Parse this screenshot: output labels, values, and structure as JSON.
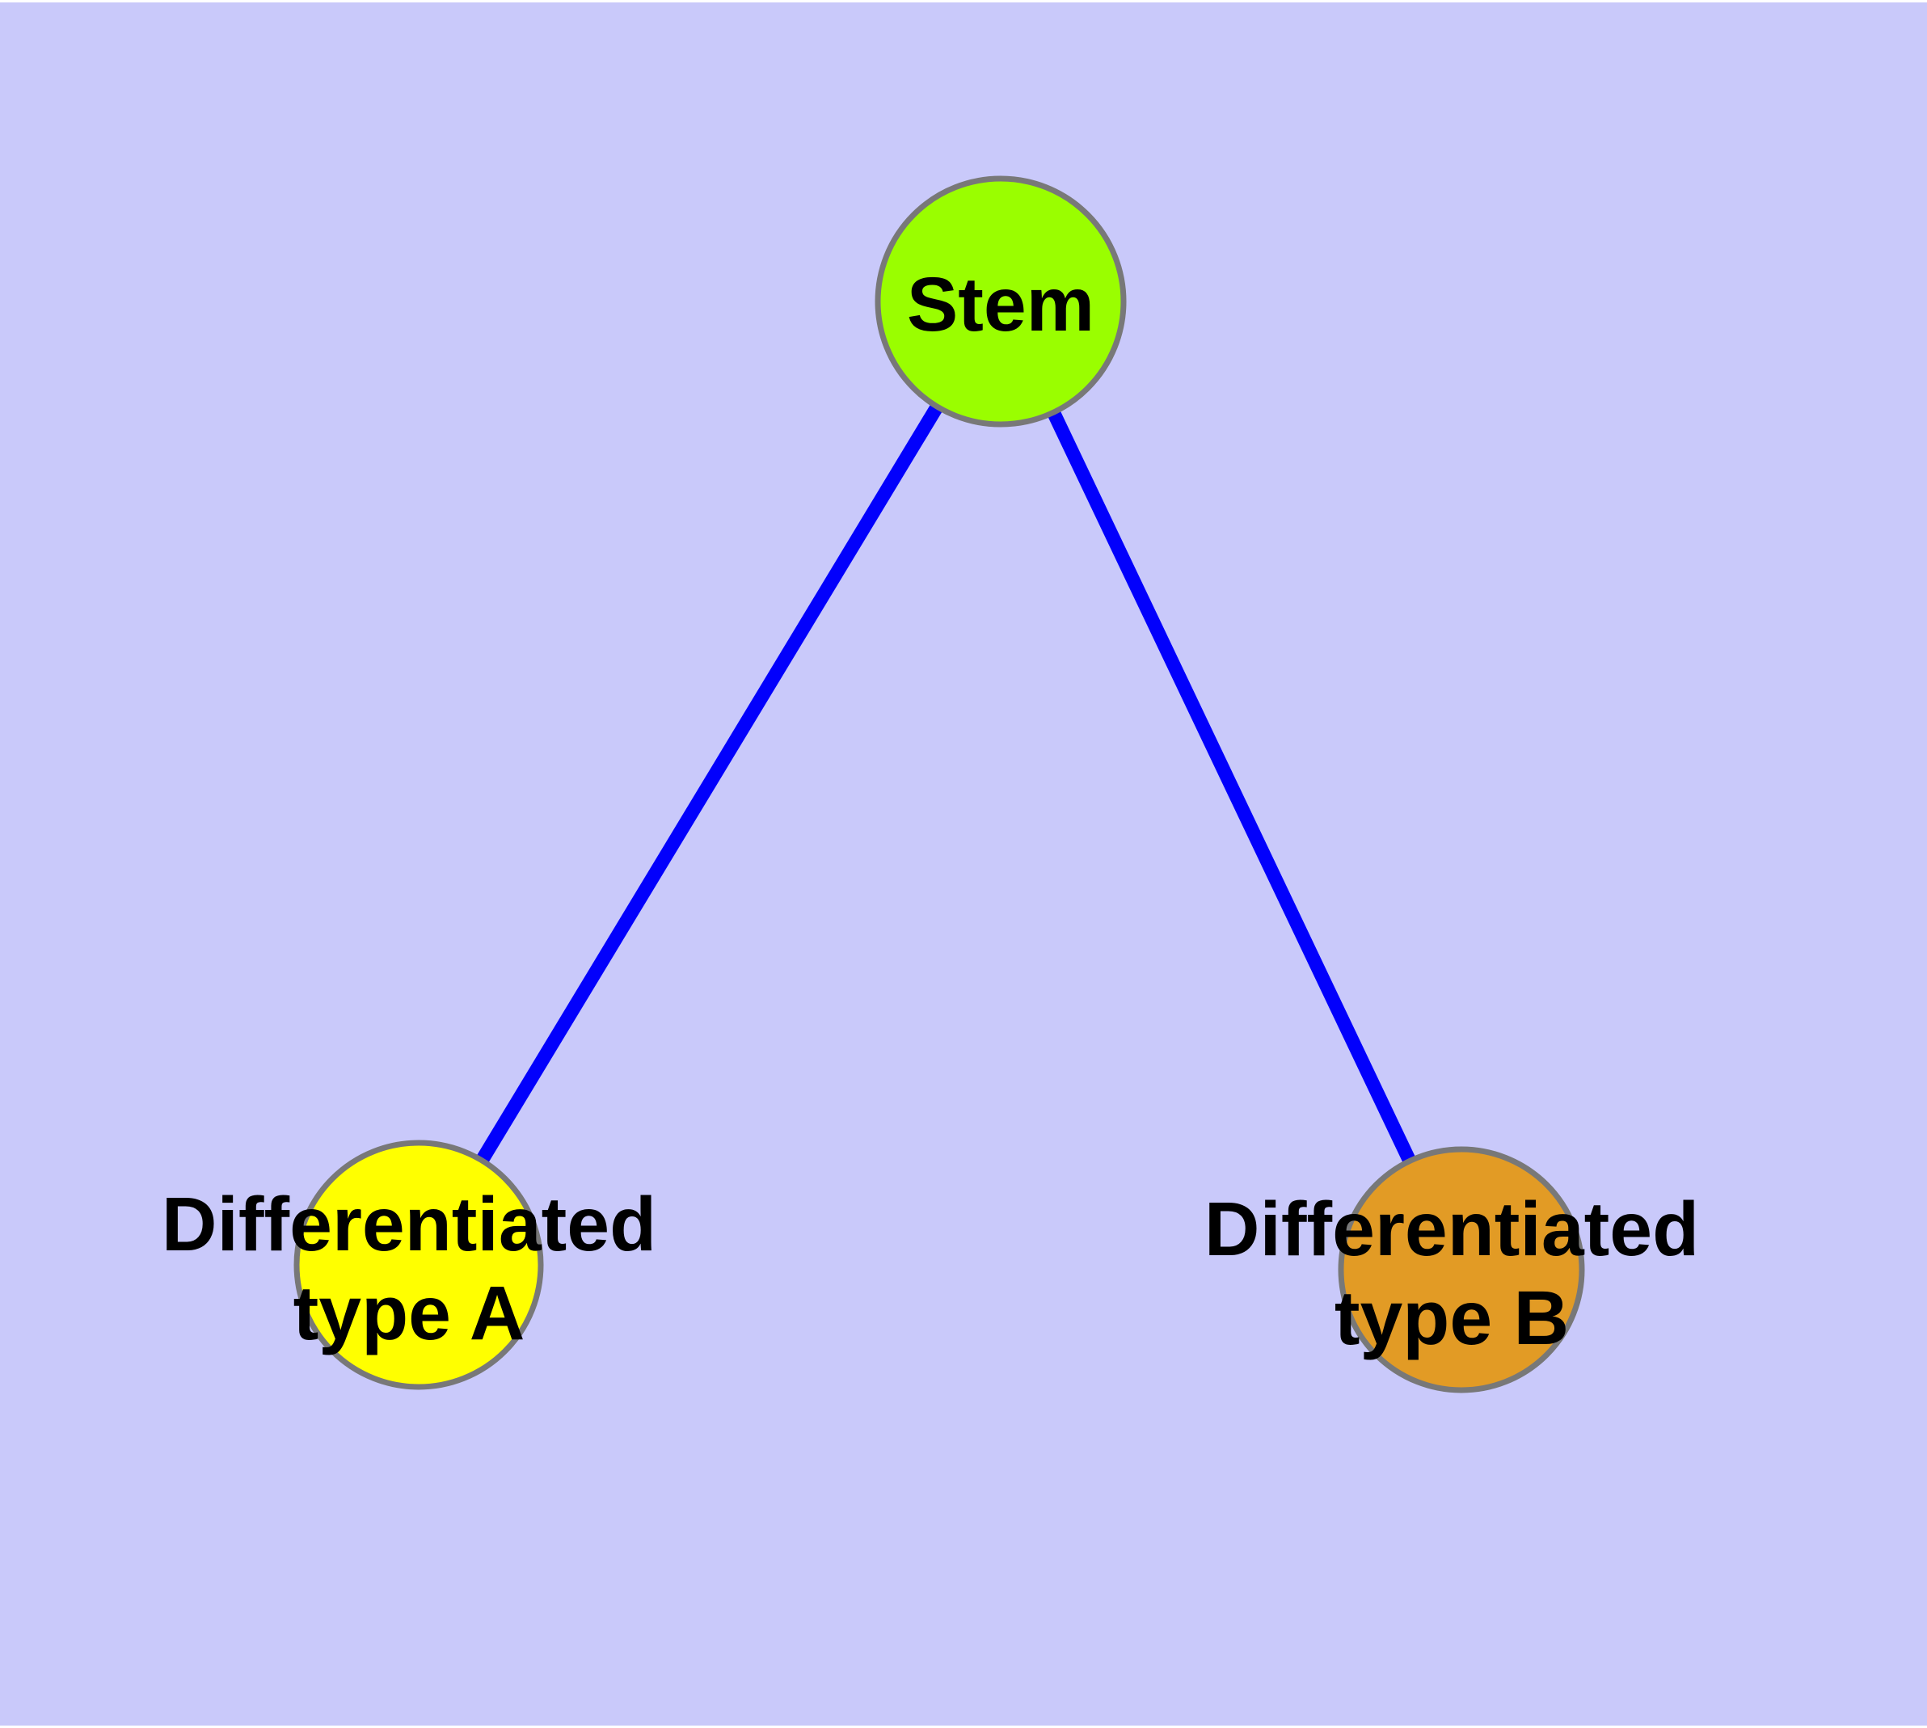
{
  "diagram": {
    "type": "node-link-graph",
    "background_color": "#C9C9FA",
    "page_color": "#FFFFFF",
    "edge_color": "#0200FC",
    "node_border_color": "#787878",
    "label_color": "#000000",
    "nodes": [
      {
        "id": "stem",
        "label": "Stem",
        "lines": [
          "Stem"
        ],
        "color": "#9AFE00"
      },
      {
        "id": "differentiated-type-a",
        "label": "Differentiated type A",
        "lines": [
          "Differentiated",
          "type A"
        ],
        "color": "#FFFF00"
      },
      {
        "id": "differentiated-type-b",
        "label": "Differentiated type B",
        "lines": [
          "Differentiated",
          "type B"
        ],
        "color": "#E29B25"
      }
    ],
    "edges": [
      {
        "from": "Stem",
        "to": "Differentiated type A"
      },
      {
        "from": "Stem",
        "to": "Differentiated type B"
      }
    ]
  }
}
